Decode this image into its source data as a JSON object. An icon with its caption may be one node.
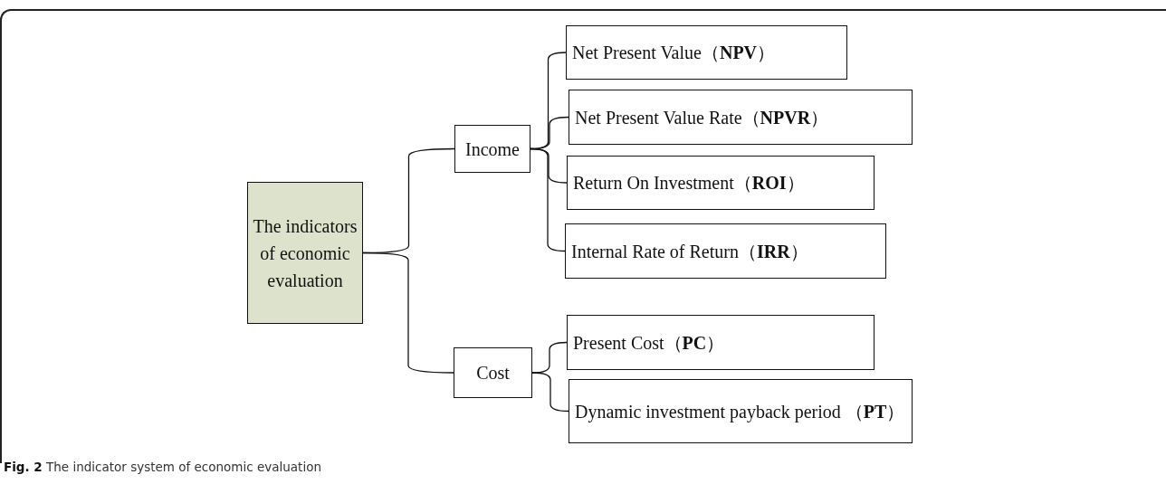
{
  "diagram": {
    "caption": "**Fig. 2** The indicator system of economic evaluation",
    "nodes": [
      {
        "text": [
          "The indicators of economic evaluation"
        ]
      },
      {
        "text": [
          "Income"
        ]
      },
      {
        "text": [
          "Cost"
        ]
      },
      {
        "text": [
          "Net Present Value（**NPV**）"
        ]
      },
      {
        "text": [
          "Net Present Value Rate（**NPVR**）"
        ]
      },
      {
        "text": [
          "Return On Investment（**ROI**）"
        ]
      },
      {
        "text": [
          "Internal Rate of Return（**IRR**）"
        ]
      },
      {
        "text": [
          "Present Cost（**PC**）"
        ]
      },
      {
        "text": [
          "Dynamic investment payback period （**PT**）"
        ]
      }
    ],
    "edges": [
      {
        "from": 0,
        "to": 1,
        "arrow": "none"
      },
      {
        "from": 0,
        "to": 2,
        "arrow": "none"
      },
      {
        "from": 1,
        "to": 3,
        "arrow": "none"
      },
      {
        "from": 1,
        "to": 4,
        "arrow": "none"
      },
      {
        "from": 1,
        "to": 5,
        "arrow": "none"
      },
      {
        "from": 1,
        "to": 6,
        "arrow": "none"
      },
      {
        "from": 2,
        "to": 7,
        "arrow": "none"
      },
      {
        "from": 2,
        "to": 8,
        "arrow": "none"
      }
    ]
  }
}
